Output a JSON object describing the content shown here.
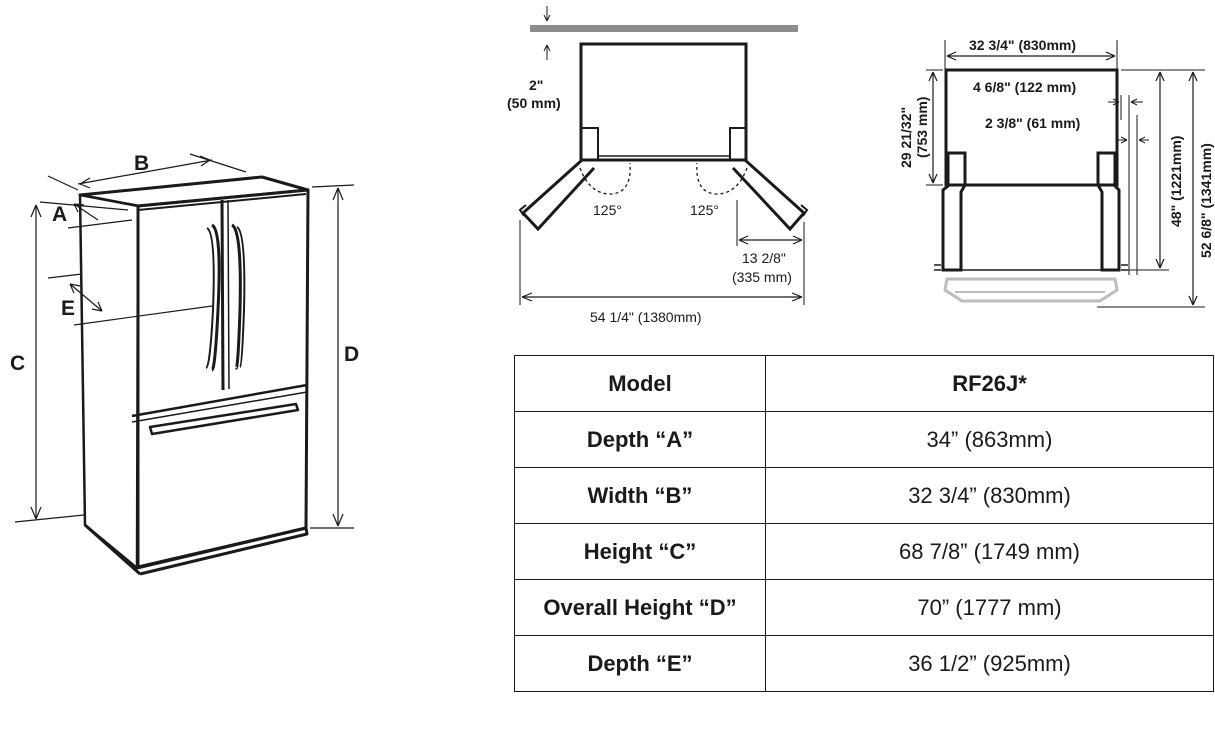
{
  "fridge_labels": {
    "a": "A",
    "b": "B",
    "c": "C",
    "d": "D",
    "e": "E"
  },
  "top_view": {
    "clearance_in": "2\"",
    "clearance_mm": "(50 mm)",
    "angle_left": "125°",
    "angle_right": "125°",
    "door_swing_in": "13 2/8\"",
    "door_swing_mm": "(335 mm)",
    "total_width": "54 1/4\" (1380mm)"
  },
  "side_view": {
    "width": "32 3/4\" (830mm)",
    "offset_1": "4 6/8\" (122 mm)",
    "offset_2": "2 3/8\" (61 mm)",
    "depth_in": "29 21/32\"",
    "depth_mm": "(753 mm)",
    "depth_2": "48\" (1221mm)",
    "depth_3": "52 6/8\" (1341mm)"
  },
  "table": {
    "header": [
      "Model",
      "RF26J*"
    ],
    "rows": [
      {
        "label": "Depth “A”",
        "value": "34” (863mm)"
      },
      {
        "label": "Width “B”",
        "value": "32 3/4” (830mm)"
      },
      {
        "label": "Height “C”",
        "value": "68 7/8” (1749 mm)"
      },
      {
        "label": "Overall Height “D”",
        "value": "70” (1777 mm)"
      },
      {
        "label": "Depth “E”",
        "value": "36 1/2” (925mm)"
      }
    ]
  },
  "colors": {
    "line": "#1a1a1a",
    "wall": "#8c8c8c",
    "base": "#bdbdbd"
  }
}
